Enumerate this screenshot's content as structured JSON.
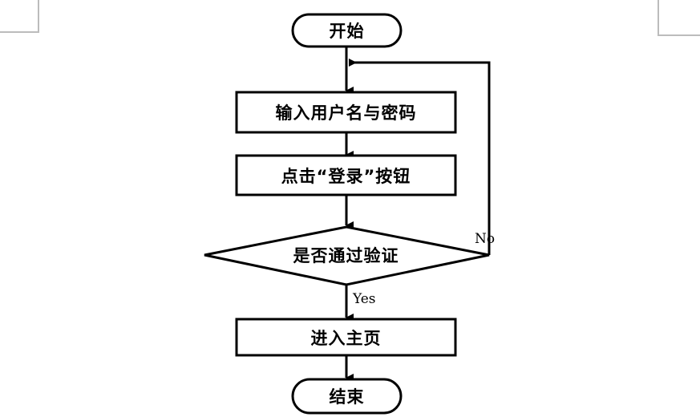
{
  "diagram": {
    "type": "flowchart",
    "orientation": "top-to-bottom",
    "background_color": "#ffffff",
    "stroke_color": "#000000",
    "stroke_width": 3,
    "crop_mark_color": "#bcbcbc",
    "nodes": [
      {
        "id": "start",
        "shape": "stadium",
        "label": "开始"
      },
      {
        "id": "input",
        "shape": "rectangle",
        "label": "输入用户名与密码"
      },
      {
        "id": "click",
        "shape": "rectangle",
        "label": "点击“登录”按钮"
      },
      {
        "id": "decision",
        "shape": "diamond",
        "label": "是否通过验证"
      },
      {
        "id": "home",
        "shape": "rectangle",
        "label": "进入主页"
      },
      {
        "id": "end",
        "shape": "stadium",
        "label": "结束"
      }
    ],
    "edges": [
      {
        "from": "start",
        "to": "input",
        "label": ""
      },
      {
        "from": "input",
        "to": "click",
        "label": ""
      },
      {
        "from": "click",
        "to": "decision",
        "label": ""
      },
      {
        "from": "decision",
        "to": "home",
        "label": "Yes"
      },
      {
        "from": "decision",
        "to": "input",
        "label": "No"
      },
      {
        "from": "home",
        "to": "end",
        "label": ""
      }
    ],
    "edge_labels": {
      "yes": "Yes",
      "no": "No"
    }
  }
}
